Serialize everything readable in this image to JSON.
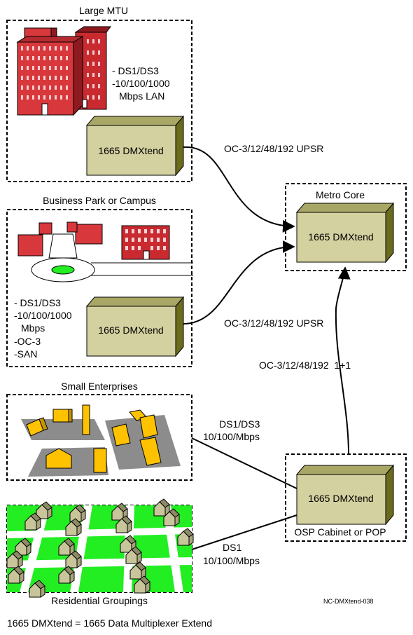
{
  "groups": {
    "large_mtu": {
      "title": "Large MTU",
      "services": [
        "- DS1/DS3",
        "-10/100/1000",
        "Mbps LAN"
      ]
    },
    "business_park": {
      "title": "Business Park or Campus",
      "services": [
        "- DS1/DS3",
        "-10/100/1000",
        "Mbps",
        "-OC-3",
        "-SAN"
      ]
    },
    "small_enterprises": {
      "title": "Small Enterprises"
    },
    "residential": {
      "title": "Residential Groupings"
    },
    "metro_core": {
      "title": "Metro Core"
    },
    "osp_cabinet": {
      "title": "OSP Cabinet or POP"
    }
  },
  "devices": {
    "mtu_device": "1665 DMXtend",
    "campus_device": "1665 DMXtend",
    "core_device": "1665 DMXtend",
    "osp_device": "1665 DMXtend"
  },
  "links": {
    "mtu_to_core": "OC-3/12/48/192 UPSR",
    "campus_to_core": "OC-3/12/48/192 UPSR",
    "osp_to_core": "OC-3/12/48/192  1+1",
    "enterprise_to_osp": [
      "DS1/DS3",
      "10/100/Mbps"
    ],
    "residential_to_osp": [
      "DS1",
      "10/100/Mbps"
    ]
  },
  "figure_id": "NC-DMXtend-038",
  "footnote": "1665 DMXtend = 1665 Data Multiplexer Extend",
  "colors": {
    "device_face": "#d4d1a0",
    "device_side": "#6b6b1e",
    "device_top": "#a9a766",
    "building_red": "#d8383c",
    "building_dark": "#8c1a1f",
    "lot_gray": "#8c8c8c",
    "house_yellow": "#ffc200",
    "grass_green": "#22ee22",
    "house_beige": "#c9c59a"
  }
}
